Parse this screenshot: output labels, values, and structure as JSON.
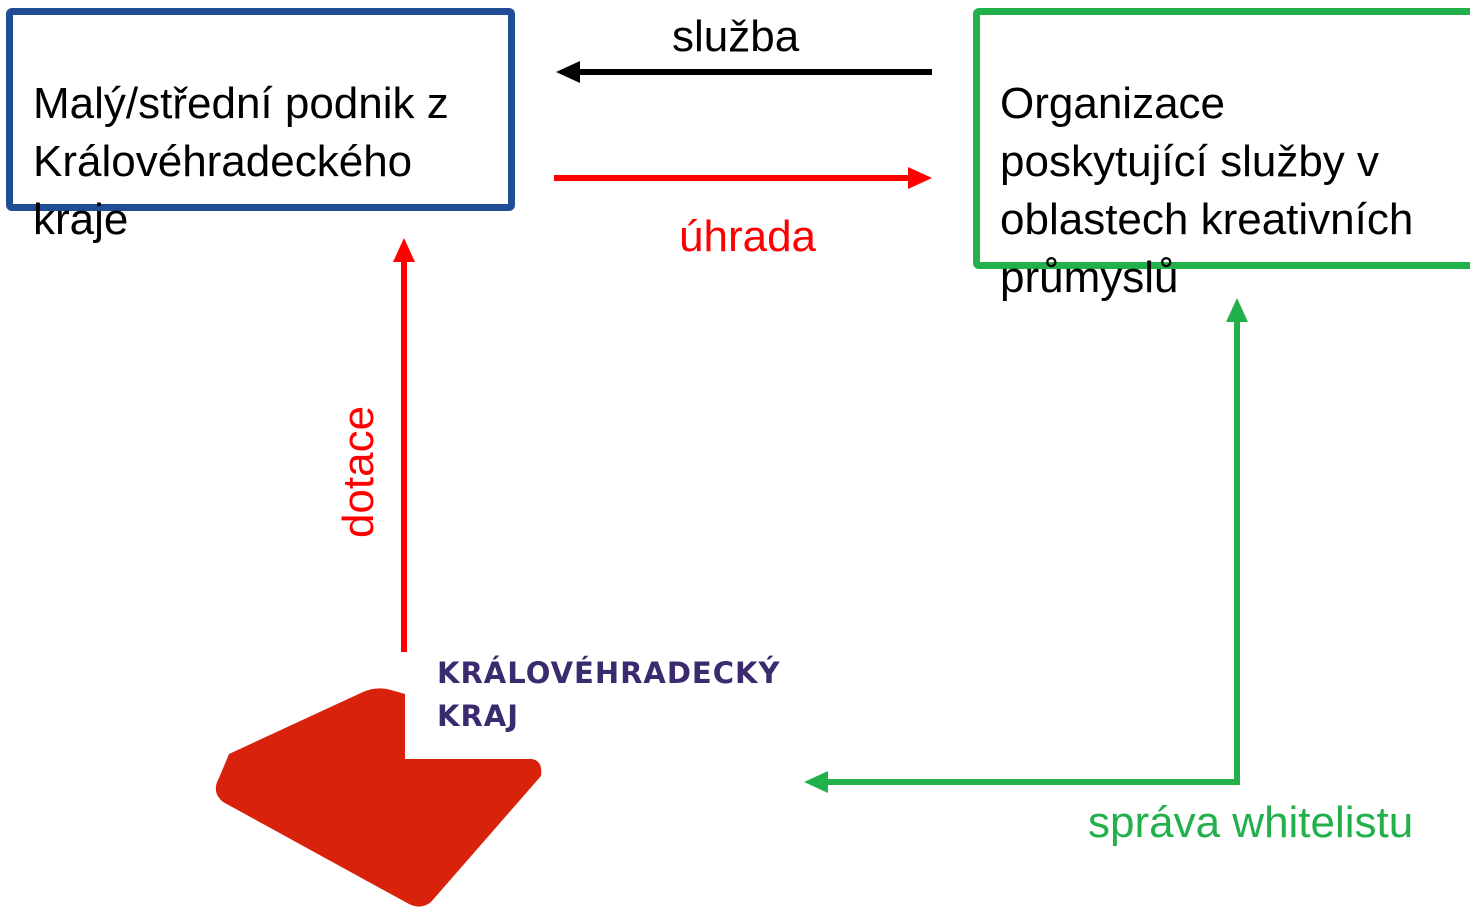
{
  "boxes": {
    "sme": "Malý/střední podnik z\nKrálovéhradeckého\nkraje",
    "organization": "Organizace\nposkytující služby v\noblastech kreativních\nprůmyslů"
  },
  "edges": {
    "service": "služba",
    "payment": "úhrada",
    "subsidy": "dotace",
    "whitelist": "správa whitelistu"
  },
  "logo": {
    "line1": "KRÁLOVÉHRADECKÝ",
    "line2": "KRAJ"
  },
  "colors": {
    "sme_border": "#1f4e94",
    "org_border": "#22b04b",
    "service_arrow": "#000000",
    "payment_arrow": "#ff0000",
    "subsidy_arrow": "#ff0000",
    "whitelist_arrow": "#22b04b",
    "logo_shape": "#d8220c",
    "logo_text": "#3a2a6e"
  }
}
